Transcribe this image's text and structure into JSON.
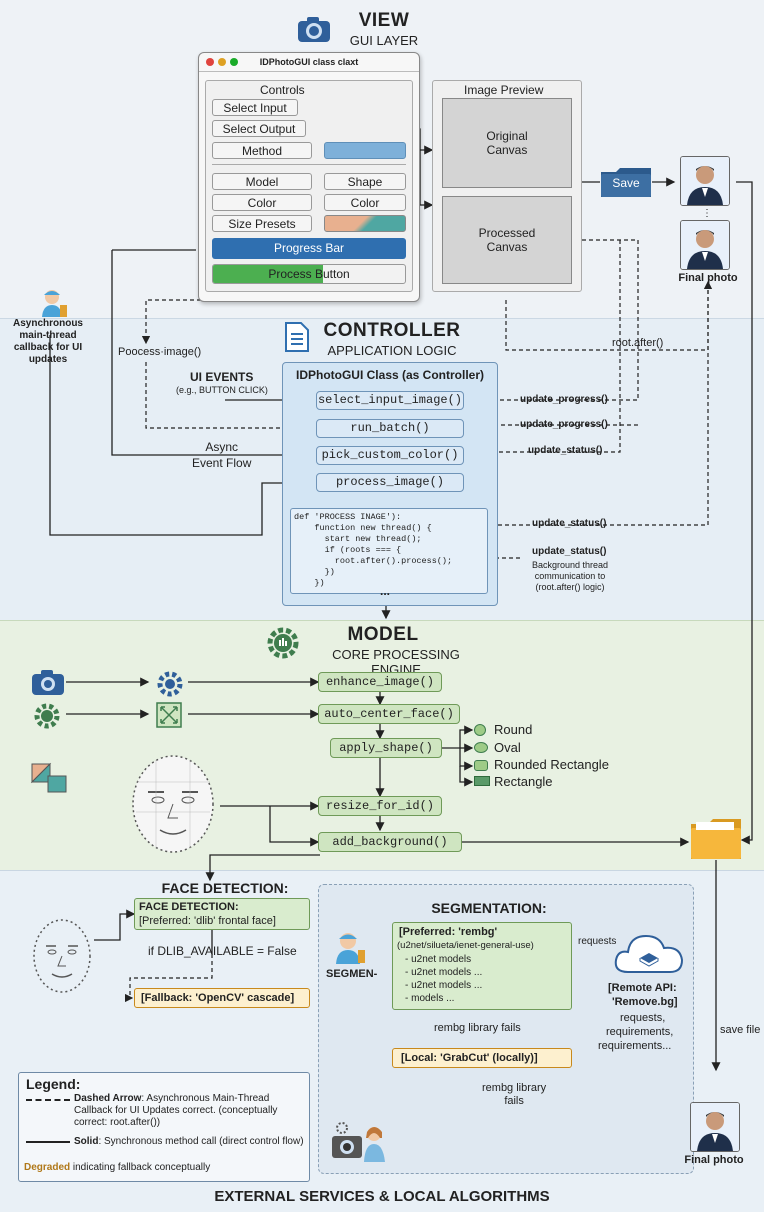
{
  "view": {
    "title": "VIEW",
    "subtitle": "GUI LAYER",
    "window_title": "IDPhotoGUI class claxt",
    "controls_title": "Controls",
    "select_input": "Select Input",
    "select_output": "Select Output",
    "method": "Method",
    "model": "Model",
    "shape": "Shape",
    "color_left": "Color",
    "color_right": "Color",
    "size_presets": "Size Presets",
    "progress_bar": "Progress Bar",
    "process_button": "Process Button",
    "preview_title": "Image Preview",
    "original_canvas": "Original Canvas",
    "processed_canvas": "Processed Canvas",
    "save": "Save",
    "final_photo": "Final photo"
  },
  "controller": {
    "title": "CONTROLLER",
    "subtitle": "APPLICATION LOGIC",
    "async_note": "Asynchronous main-thread callback for UI updates",
    "process_image_call": "Poocess·image()",
    "ui_events": "UI EVENTS",
    "ui_events_sub": "(e.g., BUTTON CLICK)",
    "async_flow": "Async\nEvent Flow",
    "class_title": "IDPhotoGUI Class (as Controller)",
    "methods": [
      "select_input_image()",
      "run_batch()",
      "pick_custom_color()",
      "process_image()"
    ],
    "code": "def 'PROCESS INAGE'):\n    function new thread() {\n      start new thread();\n      if (roots === {\n        root.after().process();\n      })\n    })",
    "ellipsis": "...",
    "root_after": "root.after()",
    "update_progress_1": "update_progress()",
    "update_progress_2": "update_progress()",
    "update_status_1": "update_status()",
    "update_status_2": "update_status()",
    "update_status_3": "update_status()",
    "bg_note": "Background thread communication to (root.after() logic)"
  },
  "model": {
    "title": "MODEL",
    "subtitle": "CORE PROCESSING ENGINE",
    "steps": [
      "enhance_image()",
      "auto_center_face()",
      "apply_shape()",
      "resize_for_id()",
      "add_background()"
    ],
    "shapes": [
      "Round",
      "Oval",
      "Rounded Rectangle",
      "Rectangle"
    ]
  },
  "external": {
    "face_title": "FACE DETECTION:",
    "face_pref_1": "FACE DETECTION:",
    "face_pref_2": "[Preferred: 'dlib' frontal face]",
    "dlib_cond": "if DLIB_AVAILABLE = False",
    "fallback": "[Fallback: 'OpenCV' cascade]",
    "seg_title": "SEGMENTATION:",
    "seg_pref": "[Preferred: 'rembg'",
    "seg_models": [
      "(u2net/silueta/ienet-general-use)",
      "- u2net models",
      "- u2net models ...",
      "- u2net models ...",
      "- models ..."
    ],
    "requests": "requests",
    "remote_api_1": "[Remote API:",
    "remote_api_2": "'Remove.bg]",
    "remote_lines": [
      "requests,",
      "requirements,",
      "requirements..."
    ],
    "segmen": "SEGMEN-",
    "rembg_fails_1": "rembg library fails",
    "local": "[Local: 'GrabCut' (locally)]",
    "rembg_fails_2": "rembg library\nfails",
    "save_file": "save file",
    "final_photo": "Final photo",
    "footer": "EXTERNAL SERVICES & LOCAL ALGORITHMS"
  },
  "legend": {
    "title": "Legend:",
    "dashed_head": "Dashed Arrow",
    "dashed_text": ": Asynchronous Main-Thread Callback for UI Updates correct. (conceptually correct: root.after())",
    "solid_head": "Solid",
    "solid_text": ": Synchronous method call (direct control flow)",
    "degraded_head": "Degraded",
    "degraded_text": " indicating fallback conceptually"
  },
  "colors": {
    "controller_box": "#dbe9f6",
    "model_box": "#cfe5c1",
    "progress": "#2f6fb0",
    "process_button": "#4caf50",
    "fallback": "#fdf0cf",
    "folder": "#f6b73c"
  }
}
